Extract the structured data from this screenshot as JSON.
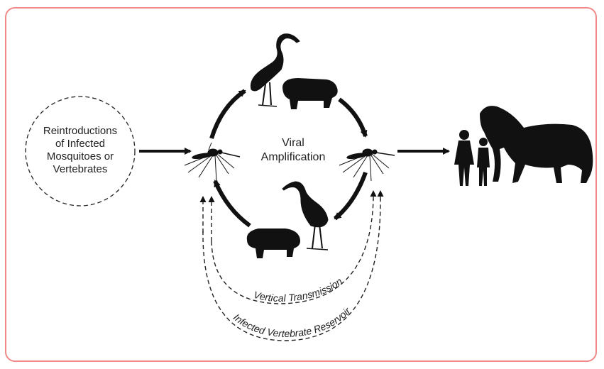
{
  "diagram": {
    "reintroduction_lines": [
      "Reintroductions",
      "of Infected",
      "Mosquitoes or",
      "Vertebrates"
    ],
    "amplification_lines": [
      "Viral",
      "Amplification"
    ],
    "vertical_transmission": "Vertical Transmission",
    "vertebrate_reservoir": "Infected Vertebrate Reservoir",
    "icons": [
      "mosquito-icon",
      "heron-icon",
      "pig-icon",
      "horse-icon",
      "children-icon"
    ],
    "colors": {
      "frame": "#f08a8a",
      "ink": "#111111"
    }
  }
}
